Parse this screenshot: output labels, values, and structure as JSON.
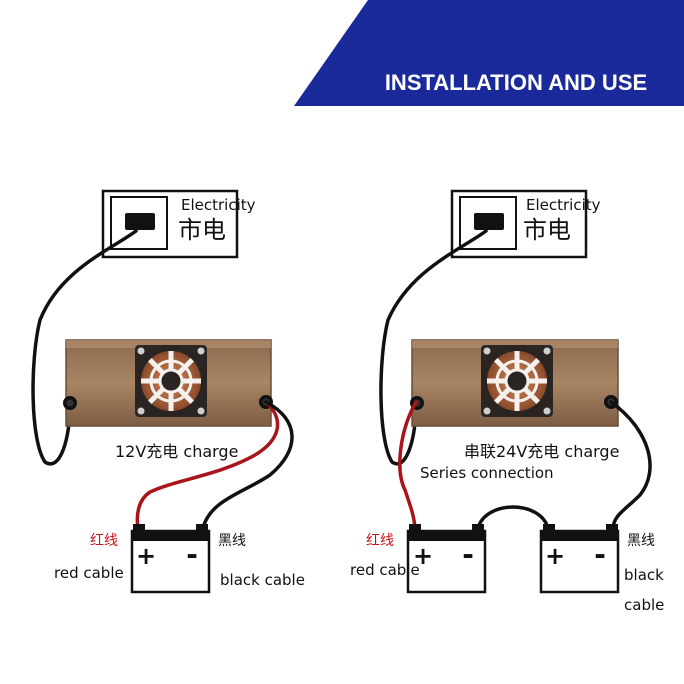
{
  "banner": {
    "title": "INSTALLATION AND USE",
    "color": "#1a2a9a"
  },
  "left_diagram": {
    "outlet_label_en": "Electricity",
    "outlet_label_zh": "市电",
    "charge_label": "12V充电 charge",
    "red_label_zh": "红线",
    "red_label_en": "red cable",
    "black_label_zh": "黑线",
    "black_label_en": "black cable",
    "battery_plus": "+",
    "battery_minus": "-"
  },
  "right_diagram": {
    "outlet_label_en": "Electricity",
    "outlet_label_zh": "市电",
    "charge_label": "串联24V充电 charge",
    "series_label": "Series connection",
    "red_label_zh": "红线",
    "red_label_en": "red cable",
    "black_label_zh": "黑线",
    "black_label_en_1": "black",
    "black_label_en_2": "cable",
    "battery1_plus": "+",
    "battery1_minus": "-",
    "battery2_plus": "+",
    "battery2_minus": "-"
  },
  "colors": {
    "charger_body": "#a07a5c",
    "cable_black": "#111111",
    "cable_red": "#a8141a",
    "label_red": "#c8151b"
  },
  "icons": [
    "outlet-icon",
    "fan-icon",
    "terminal-icon",
    "battery-icon"
  ]
}
